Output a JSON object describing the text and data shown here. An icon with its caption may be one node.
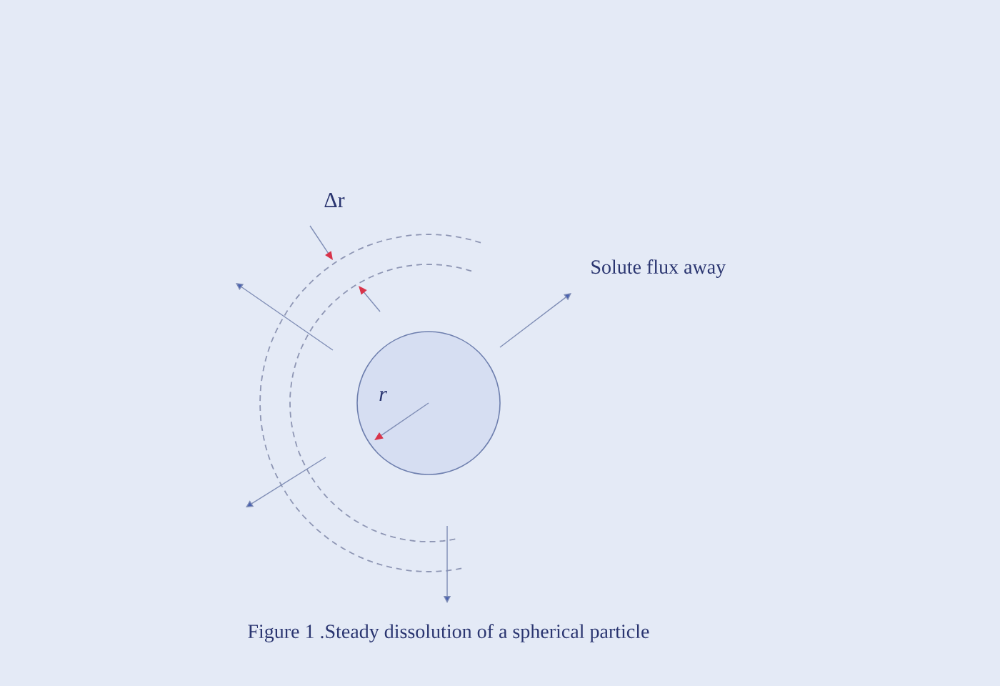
{
  "diagram": {
    "caption": "Figure 1 .Steady dissolution of a spherical particle",
    "nodes": [
      {
        "text": [
          "r"
        ]
      }
    ],
    "labels": [
      "Δr",
      "Solute flux away"
    ]
  }
}
